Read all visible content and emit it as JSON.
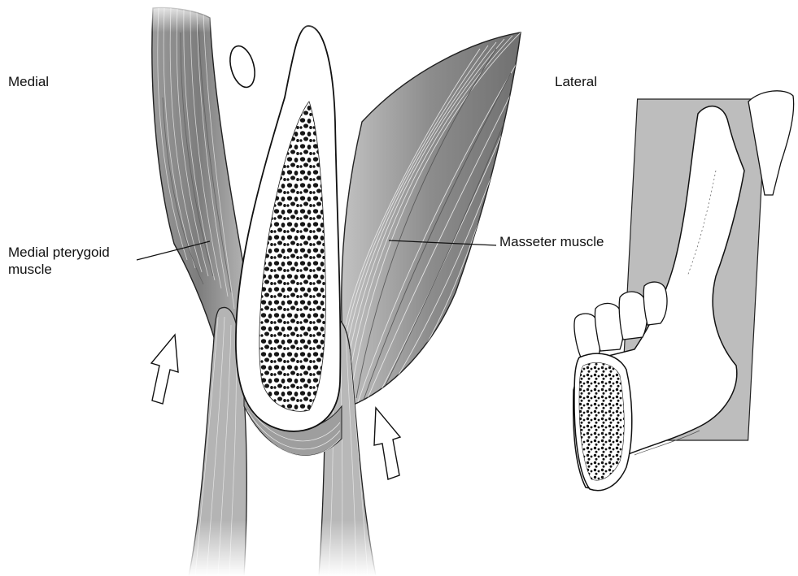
{
  "labels": {
    "medial": "Medial",
    "lateral": "Lateral",
    "medial_pterygoid_line1": "Medial pterygoid",
    "medial_pterygoid_line2": "muscle",
    "masseter": "Masseter muscle"
  },
  "colors": {
    "muscle_dark": "#8a8a8a",
    "muscle_mid": "#b0b0b0",
    "muscle_light": "#d0d0d0",
    "section_plane": "#bdbdbd",
    "bone_outline": "#111111",
    "background": "#ffffff"
  }
}
